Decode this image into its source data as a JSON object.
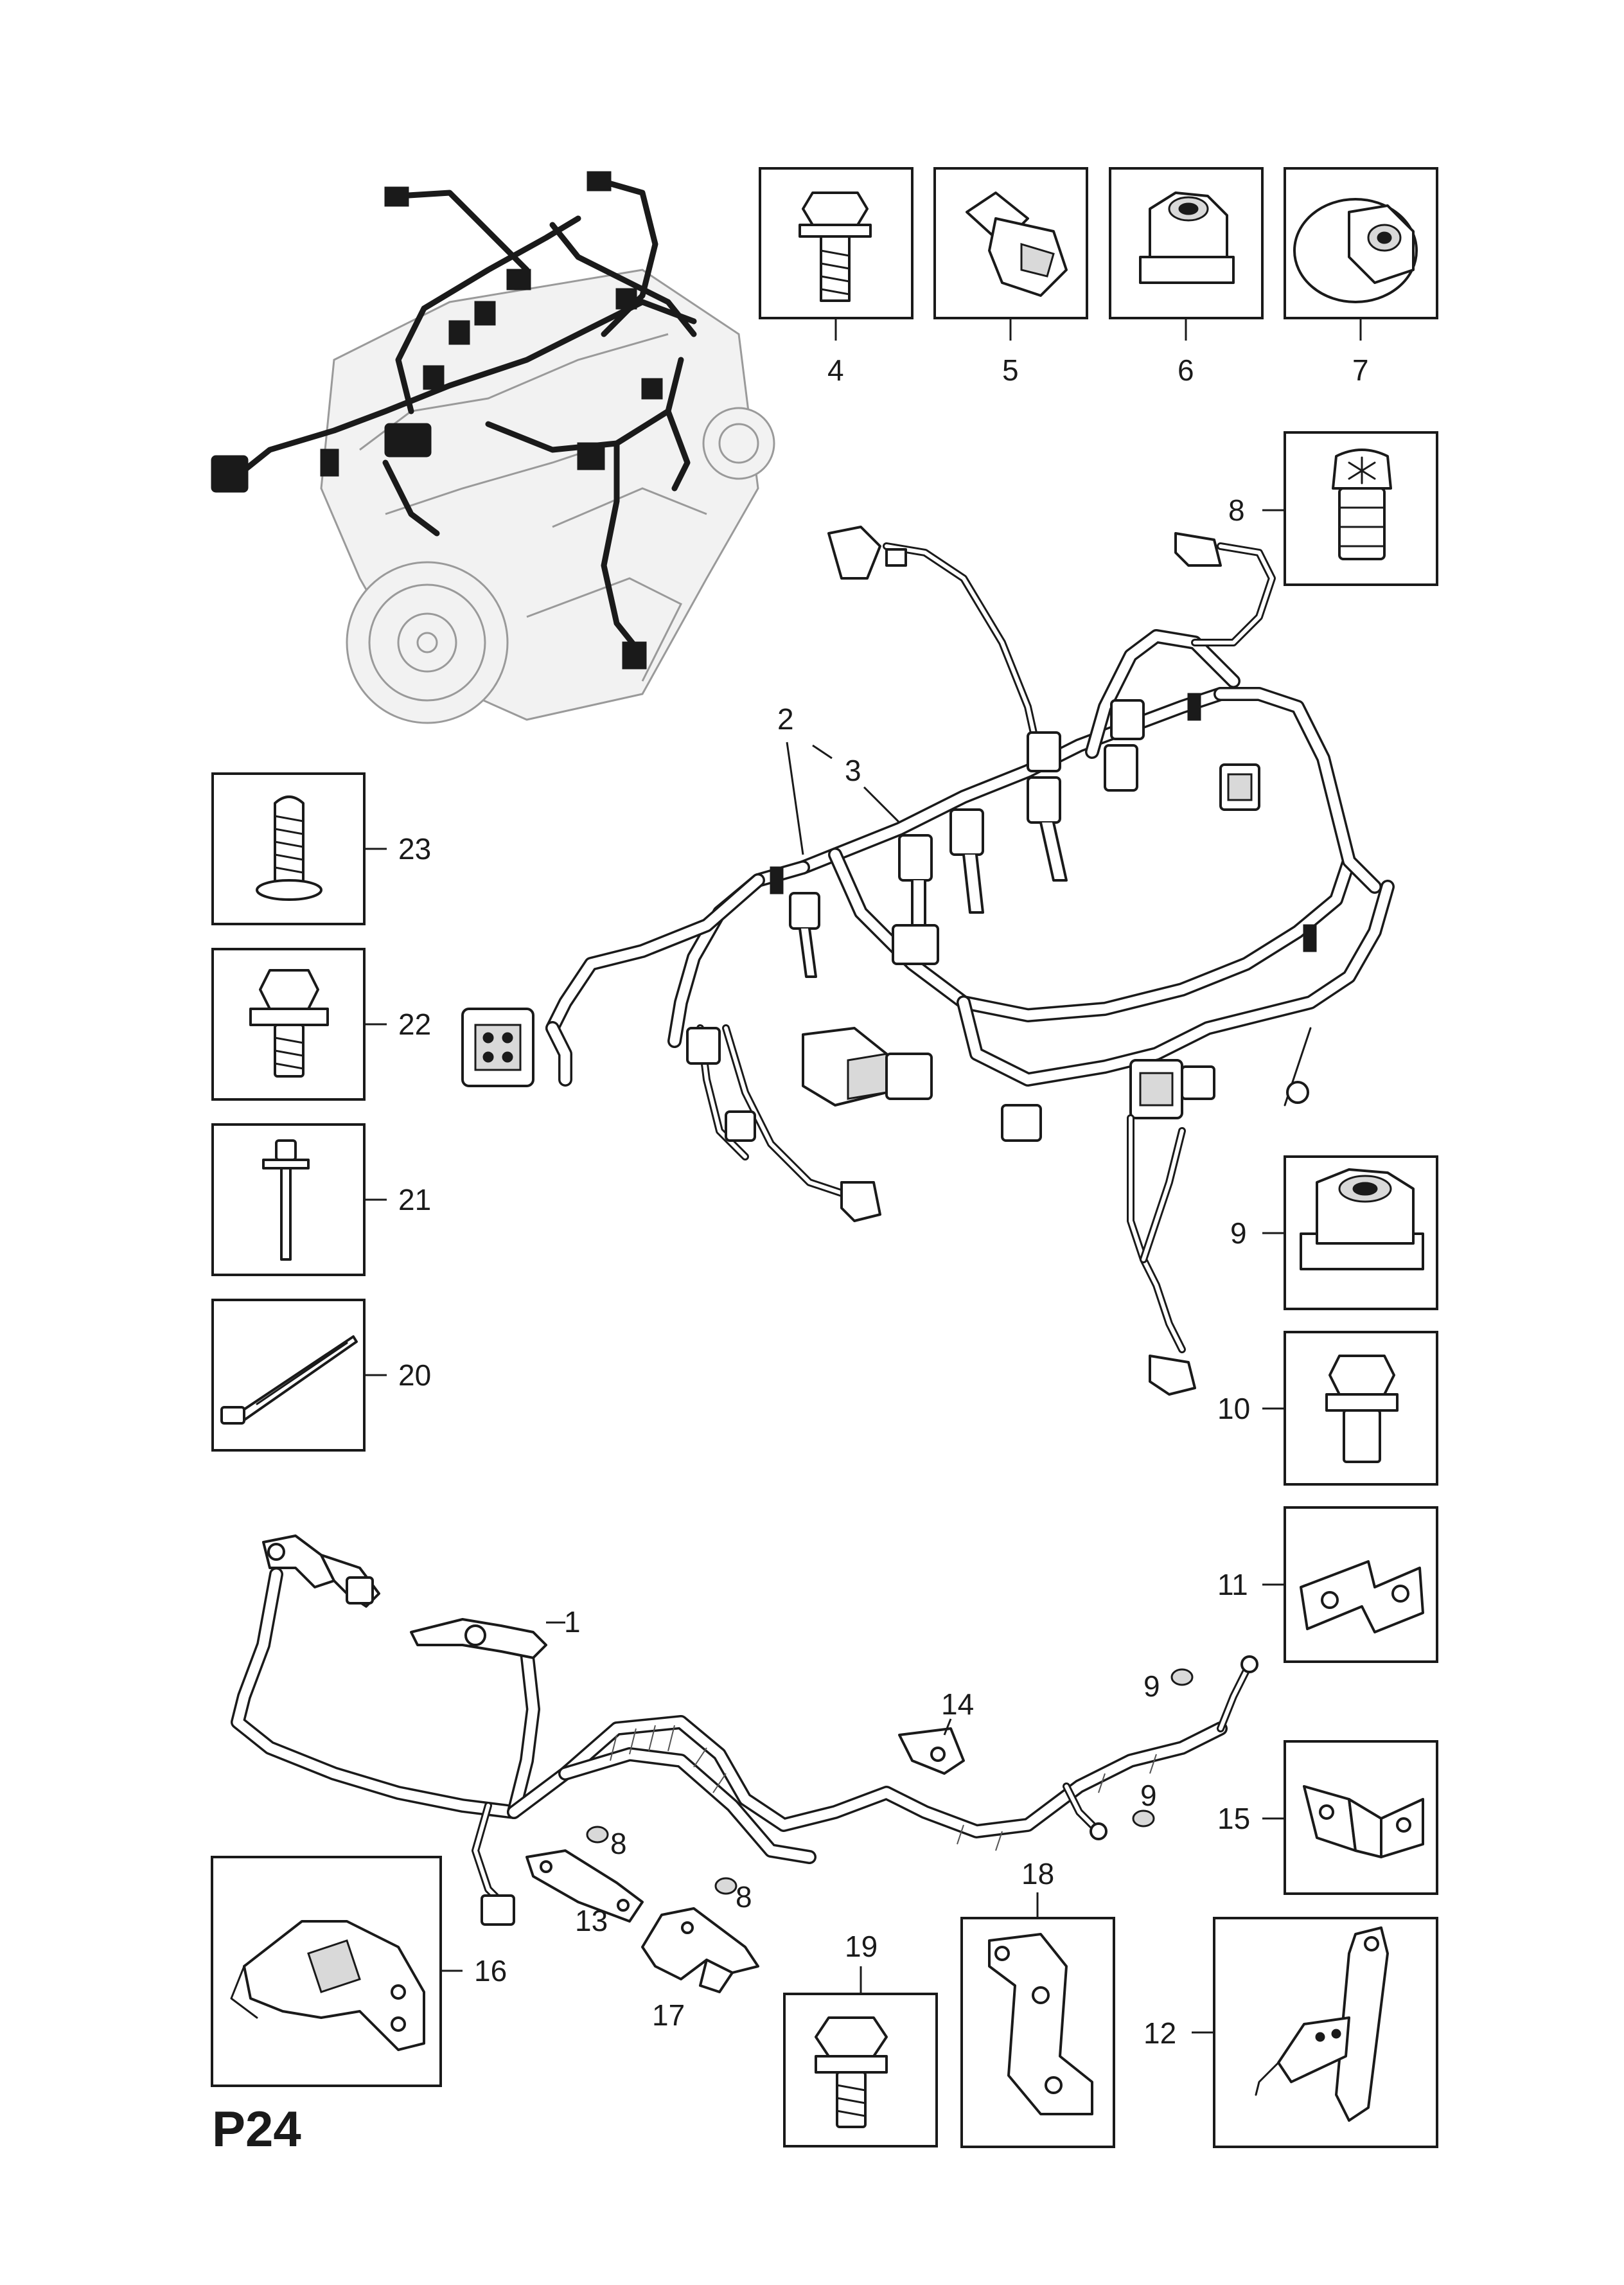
{
  "page_id": "P24",
  "callouts": {
    "c1": "1",
    "c2": "2",
    "c3": "3",
    "c4": "4",
    "c5": "5",
    "c6": "6",
    "c7": "7",
    "c8a": "8",
    "c8b": "8",
    "c8c": "8",
    "c9a": "9",
    "c9b": "9",
    "c9c": "9",
    "c10": "10",
    "c11": "11",
    "c12": "12",
    "c13": "13",
    "c14": "14",
    "c15": "15",
    "c16": "16",
    "c17": "17",
    "c18": "18",
    "c19": "19",
    "c20": "20",
    "c21": "21",
    "c22": "22",
    "c23": "23"
  },
  "icons": {
    "engine": "engine-assembly-icon",
    "harness_main": "engine-wiring-harness-icon",
    "harness_battery": "battery-cable-harness-icon"
  }
}
